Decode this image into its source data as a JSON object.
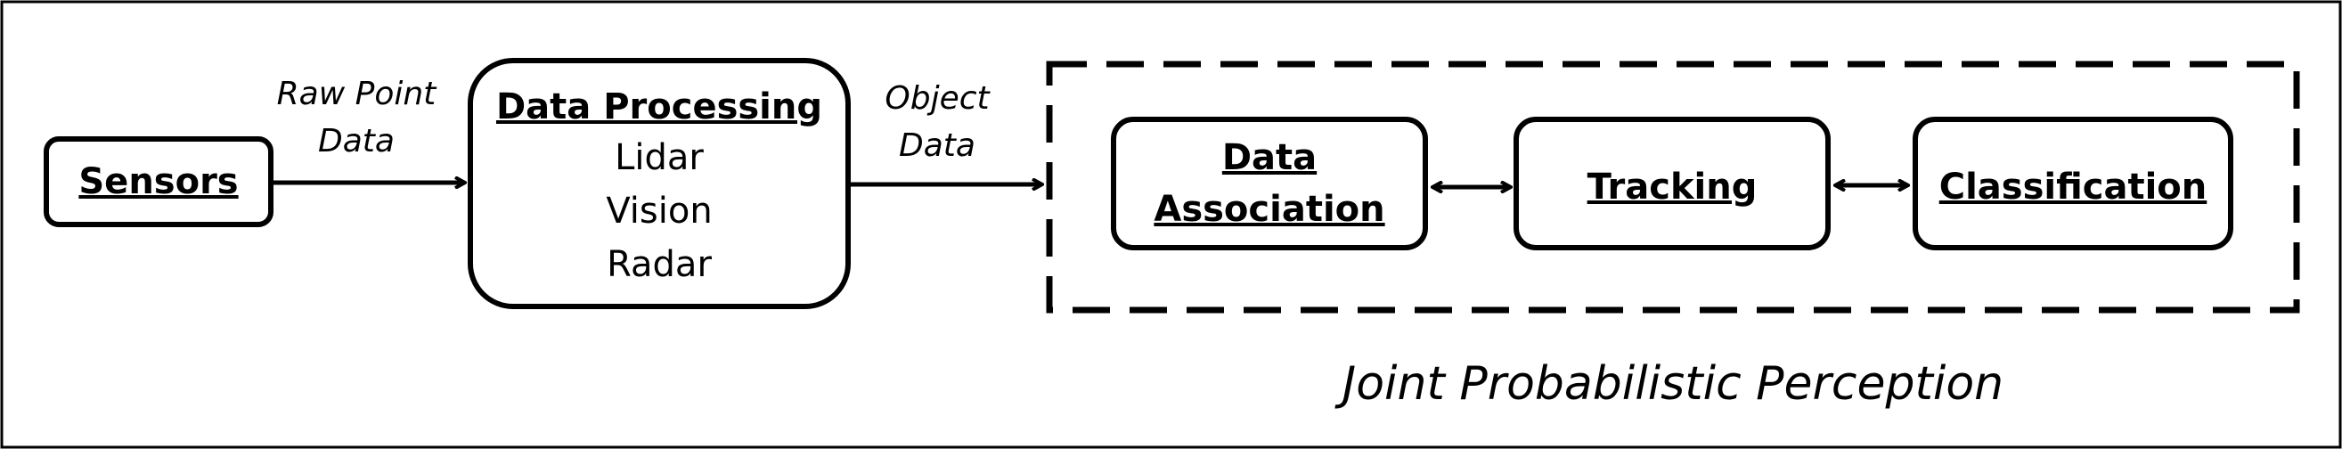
{
  "nodes": {
    "sensors": {
      "title": "Sensors"
    },
    "data_processing": {
      "title": "Data Processing",
      "items": [
        "Lidar",
        "Vision",
        "Radar"
      ]
    },
    "data_association": {
      "title_line1": "Data",
      "title_line2": "Association"
    },
    "tracking": {
      "title": "Tracking"
    },
    "classification": {
      "title": "Classification"
    }
  },
  "edges": {
    "raw_point_data": {
      "line1": "Raw Point",
      "line2": "Data"
    },
    "object_data": {
      "line1": "Object",
      "line2": "Data"
    }
  },
  "group": {
    "caption": "Joint Probabilistic Perception"
  }
}
